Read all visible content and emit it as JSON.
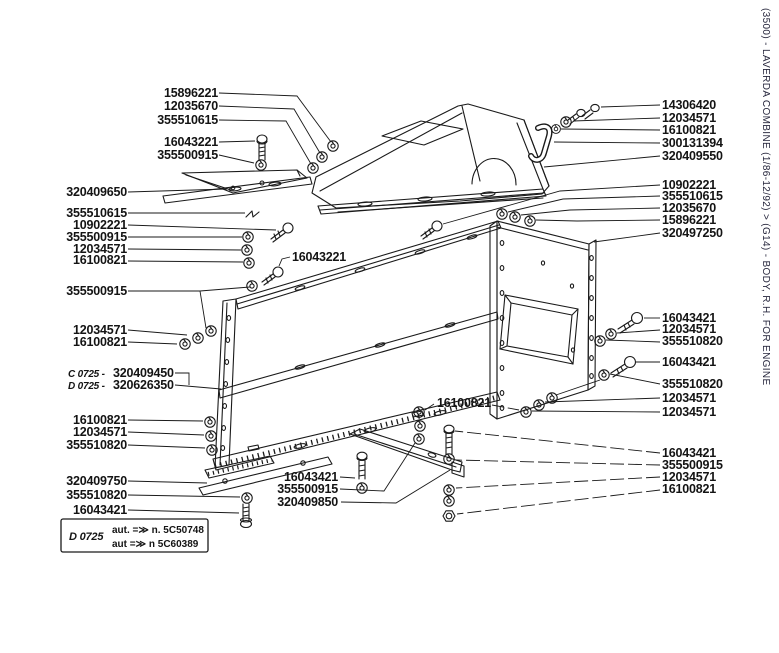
{
  "page": {
    "background": "#ffffff",
    "line_color": "#1a1a1a"
  },
  "sidebar": {
    "text": "(3500) - LAVERDA COMBINE (1/86-12/92) > (G14) - BODY, R.H. FOR ENGINE"
  },
  "note_box": {
    "prefix": "D 0725",
    "line1": "aut. =≫ n. 5C50748",
    "line2": "aut =≫ n 5C60389"
  },
  "labels": {
    "left_top": [
      "15896221",
      "12035670",
      "355510615",
      "16043221",
      "355500915"
    ],
    "left_upper": [
      "320409650",
      "355510615",
      "10902221",
      "355500915",
      "12034571",
      "16100821",
      "355500915"
    ],
    "left_mid": [
      "12034571",
      "16100821"
    ],
    "serials": [
      {
        "prefix": "C 0725 -",
        "number": "320409450"
      },
      {
        "prefix": "D 0725 -",
        "number": "320626350"
      }
    ],
    "left_lower": [
      "16100821",
      "12034571",
      "355510820",
      "320409750",
      "355510820",
      "16043421"
    ],
    "right_top": [
      "14306420",
      "12034571",
      "16100821",
      "300131394",
      "320409550"
    ],
    "right_upper": [
      "10902221",
      "355510615",
      "12035670",
      "15896221",
      "320497250"
    ],
    "right_mid": [
      "16043421",
      "12034571",
      "355510820",
      "16043421",
      "355510820",
      "12034571",
      "12034571"
    ],
    "right_lower": [
      "16043421",
      "355500915",
      "12034571",
      "16100821"
    ],
    "center": [
      "16043221",
      "16100821",
      "16043421",
      "355500915",
      "320409850"
    ]
  }
}
